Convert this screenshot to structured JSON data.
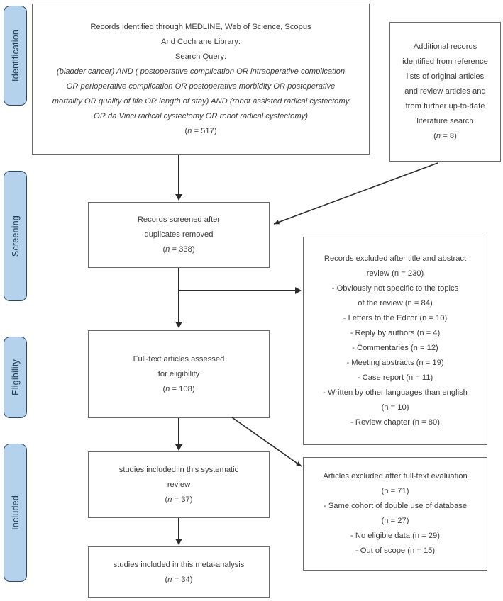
{
  "diagram": {
    "title": "PRISMA flow diagram",
    "colors": {
      "stage_fill": "#b4d2ec",
      "stage_border": "#2b4a6b",
      "box_border": "#6b6b6b",
      "text": "#3c3c3c",
      "connector": "#2b2b2b"
    }
  },
  "stages": [
    {
      "id": "identification",
      "label": "Identification"
    },
    {
      "id": "screening",
      "label": "Screening"
    },
    {
      "id": "eligibility",
      "label": "Eligibility"
    },
    {
      "id": "included",
      "label": "Included"
    }
  ],
  "boxes": {
    "records_identified": {
      "id": "records-identified",
      "lines": [
        {
          "text": "Records identified through MEDLINE, Web of Science, Scopus",
          "italic": false
        },
        {
          "text": "And Cochrane Library:",
          "italic": false
        },
        {
          "text": "Search Query:",
          "italic": false
        },
        {
          "text": "(bladder cancer) AND ( postoperative complication OR intraoperative complication",
          "italic": true
        },
        {
          "text": "OR perioperative complication OR postoperative morbidity OR postoperative",
          "italic": true
        },
        {
          "text": "mortality OR quality of life OR length of stay) AND (robot assisted radical cystectomy",
          "italic": true
        },
        {
          "text": "OR da Vinci radical cystectomy OR robot radical cystectomy)",
          "italic": true
        }
      ],
      "count_prefix": "(",
      "count_n": "n",
      "count_value": " = 517)"
    },
    "additional_records": {
      "id": "additional-records",
      "lines": [
        {
          "text": "Additional records",
          "italic": false
        },
        {
          "text": "identified from reference",
          "italic": false
        },
        {
          "text": "lists of original articles",
          "italic": false
        },
        {
          "text": "and review articles and",
          "italic": false
        },
        {
          "text": "from further up-to-date",
          "italic": false
        },
        {
          "text": "literature search",
          "italic": false
        }
      ],
      "count_prefix": "(",
      "count_n": "n",
      "count_value": " = 8)"
    },
    "records_screened": {
      "id": "records-screened",
      "lines": [
        {
          "text": "Records screened after",
          "italic": false
        },
        {
          "text": "duplicates removed",
          "italic": false
        }
      ],
      "count_prefix": "(",
      "count_n": "n",
      "count_value": " = 338)"
    },
    "records_excluded": {
      "id": "records-excluded-title-abstract",
      "lines": [
        {
          "text": "Records excluded after title and abstract",
          "italic": false
        },
        {
          "text": "review (n = 230)",
          "italic": false
        },
        {
          "text": "- Obviously not specific to the topics",
          "italic": false
        },
        {
          "text": "of the review (n = 84)",
          "italic": false
        },
        {
          "text": "- Letters to the Editor (n = 10)",
          "italic": false
        },
        {
          "text": "- Reply by authors (n = 4)",
          "italic": false
        },
        {
          "text": "- Commentaries (n = 12)",
          "italic": false
        },
        {
          "text": "- Meeting abstracts (n = 19)",
          "italic": false
        },
        {
          "text": "- Case report (n = 11)",
          "italic": false
        },
        {
          "text": "- Written by other languages than english",
          "italic": false
        },
        {
          "text": "(n = 10)",
          "italic": false
        },
        {
          "text": "- Review chapter (n = 80)",
          "italic": false
        }
      ]
    },
    "fulltext_assessed": {
      "id": "fulltext-assessed",
      "lines": [
        {
          "text": "Full-text articles assessed",
          "italic": false
        },
        {
          "text": "for eligibility",
          "italic": false
        }
      ],
      "count_prefix": "(",
      "count_n": "n",
      "count_value": " = 108)"
    },
    "articles_excluded": {
      "id": "articles-excluded-fulltext",
      "lines": [
        {
          "text": "Articles excluded after full-text evaluation",
          "italic": false
        },
        {
          "text": "(n = 71)",
          "italic": false
        },
        {
          "text": "- Same cohort of double use of database",
          "italic": false
        },
        {
          "text": "(n = 27)",
          "italic": false
        },
        {
          "text": "- No eligible data (n = 29)",
          "italic": false
        },
        {
          "text": "- Out of scope (n = 15)",
          "italic": false
        }
      ]
    },
    "included_systematic": {
      "id": "included-systematic-review",
      "lines": [
        {
          "text": "studies included in this systematic",
          "italic": false
        },
        {
          "text": "review",
          "italic": false
        }
      ],
      "count_prefix": "(",
      "count_n": "n",
      "count_value": " = 37)"
    },
    "included_meta": {
      "id": "included-meta-analysis",
      "lines": [
        {
          "text": "studies included in this meta-analysis",
          "italic": false
        }
      ],
      "count_prefix": "(",
      "count_n": "n",
      "count_value": " = 34)"
    }
  }
}
